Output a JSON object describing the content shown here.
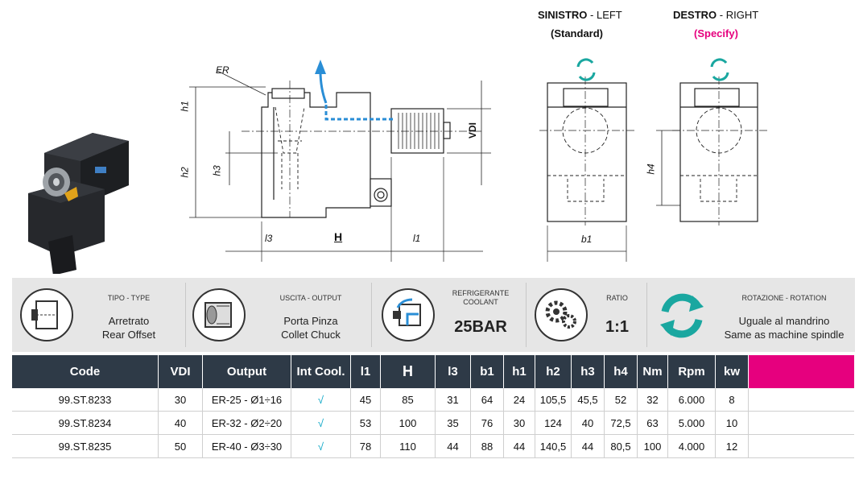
{
  "header": {
    "left_title_bold": "SINISTRO",
    "left_title_rest": " - LEFT",
    "left_sub": "(Standard)",
    "right_title_bold": "DESTRO",
    "right_title_rest": " - RIGHT",
    "right_sub": "(Specify)",
    "right_sub_color": "#e6007e"
  },
  "drawing_labels": {
    "er": "ER",
    "h1": "h1",
    "h2": "h2",
    "h3": "h3",
    "l3": "l3",
    "H": "H",
    "l1": "l1",
    "vdi": "VDI",
    "h4": "h4",
    "b1": "b1"
  },
  "specs": [
    {
      "head": "TIPO - TYPE",
      "line1": "Arretrato",
      "line2": "Rear Offset",
      "icon": "rear-offset-icon"
    },
    {
      "head": "USCITA - OUTPUT",
      "line1": "Porta Pinza",
      "line2": "Collet Chuck",
      "icon": "collet-chuck-icon"
    },
    {
      "head": "REFRIGERANTE",
      "head2": "COOLANT",
      "big": "25BAR",
      "icon": "coolant-icon"
    },
    {
      "head": "RATIO",
      "big": "1:1",
      "icon": "gears-icon"
    },
    {
      "head": "ROTAZIONE - ROTATION",
      "line1": "Uguale al mandrino",
      "line2": "Same as machine spindle",
      "icon": "rotation-icon"
    }
  ],
  "colors": {
    "header_bg": "#2e3a47",
    "accent_pink": "#e6007e",
    "coolant_blue": "#2a8ed6",
    "rotation_teal": "#1aa7a0",
    "check": "#00a3c4"
  },
  "table": {
    "columns": [
      "Code",
      "VDI",
      "Output",
      "Int Cool.",
      "l1",
      "H",
      "l3",
      "b1",
      "h1",
      "h2",
      "h3",
      "h4",
      "Nm",
      "Rpm",
      "kw"
    ],
    "rows": [
      [
        "99.ST.8233",
        "30",
        "ER-25 - Ø1÷16",
        "√",
        "45",
        "85",
        "31",
        "64",
        "24",
        "105,5",
        "45,5",
        "52",
        "32",
        "6.000",
        "8"
      ],
      [
        "99.ST.8234",
        "40",
        "ER-32 - Ø2÷20",
        "√",
        "53",
        "100",
        "35",
        "76",
        "30",
        "124",
        "40",
        "72,5",
        "63",
        "5.000",
        "10"
      ],
      [
        "99.ST.8235",
        "50",
        "ER-40 - Ø3÷30",
        "√",
        "78",
        "110",
        "44",
        "88",
        "44",
        "140,5",
        "44",
        "80,5",
        "100",
        "4.000",
        "12"
      ]
    ]
  }
}
